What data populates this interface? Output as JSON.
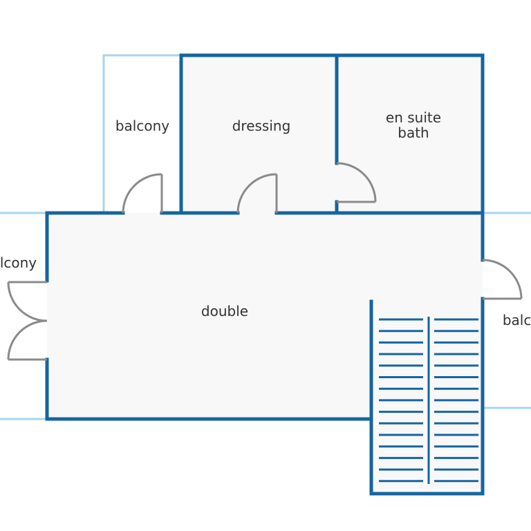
{
  "rooms": {
    "balcony_top": "balcony",
    "dressing": "dressing",
    "en_suite_line1": "en suite",
    "en_suite_line2": "bath",
    "balcony_left": "balcony",
    "double": "double",
    "balcony_right": "balcony"
  },
  "colors": {
    "wall": "#1565a0",
    "balcony": "#a8d4ec",
    "door": "#8a8a8a",
    "room_fill": "#f8f8f8",
    "text": "#333333"
  }
}
